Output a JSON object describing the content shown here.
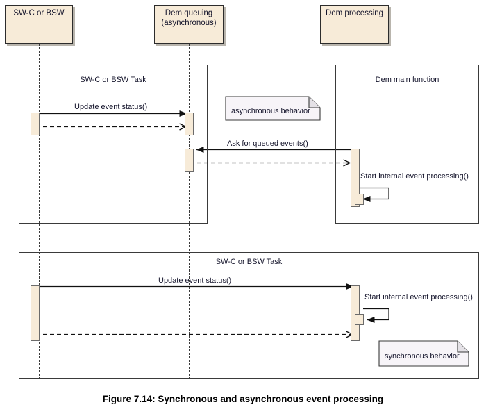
{
  "figure": {
    "caption": "Figure 7.14: Synchronous and asynchronous event processing"
  },
  "lifelines": [
    {
      "id": "swc",
      "label": "SW-C or BSW"
    },
    {
      "id": "demq",
      "label": "Dem queuing\n(asynchronous)"
    },
    {
      "id": "demp",
      "label": "Dem processing"
    }
  ],
  "frames": [
    {
      "id": "frame-swc-task-async",
      "title": "SW-C or BSW Task"
    },
    {
      "id": "frame-dem-main-function",
      "title": "Dem main function"
    },
    {
      "id": "frame-swc-task-sync",
      "title": "SW-C or BSW Task"
    }
  ],
  "messages": [
    {
      "id": "update-event-status-async",
      "label": "Update event status()"
    },
    {
      "id": "ask-for-queued-events",
      "label": "Ask for queued events()"
    },
    {
      "id": "start-internal-event-processing-async",
      "label": "Start internal event processing()"
    },
    {
      "id": "update-event-status-sync",
      "label": "Update event status()"
    },
    {
      "id": "start-internal-event-processing-sync",
      "label": "Start internal event processing()"
    }
  ],
  "notes": [
    {
      "id": "note-async",
      "text": "asynchronous behavior"
    },
    {
      "id": "note-sync",
      "text": "synchronous behavior"
    }
  ],
  "colors": {
    "box_fill": "#F7EBD8",
    "box_border": "#2c2c2c",
    "note_fill": "#F7F4F8",
    "line": "#3a3a3a",
    "shadow": "#b9b5ad"
  }
}
